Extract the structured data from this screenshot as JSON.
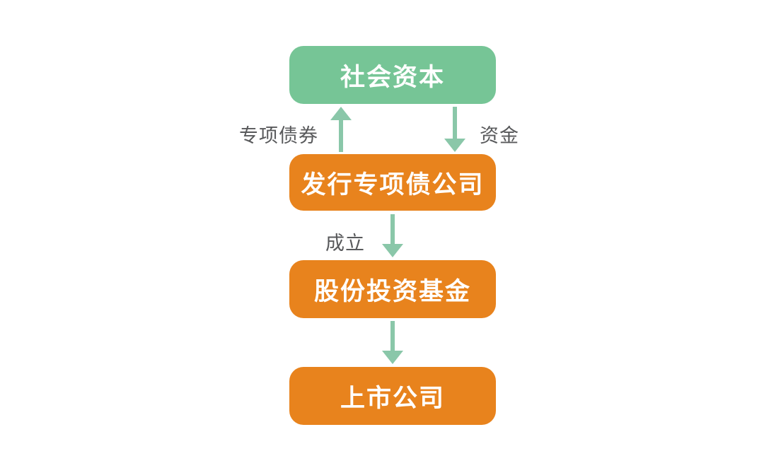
{
  "diagram": {
    "type": "flowchart",
    "background": "#FFFFFF",
    "nodes": [
      {
        "id": "social-capital",
        "label": "社会资本",
        "shape": "rounded-rect",
        "fill": "#76C596",
        "text_color": "#FFFFFF"
      },
      {
        "id": "special-bond-issuer",
        "label": "发行专项债公司",
        "shape": "rounded-rect",
        "fill": "#E8831D",
        "text_color": "#FFFFFF"
      },
      {
        "id": "equity-investment-fund",
        "label": "股份投资基金",
        "shape": "rounded-rect",
        "fill": "#E8831D",
        "text_color": "#FFFFFF"
      },
      {
        "id": "listed-company",
        "label": "上市公司",
        "shape": "rounded-rect",
        "fill": "#E8831D",
        "text_color": "#FFFFFF"
      }
    ],
    "edges": [
      {
        "from": "special-bond-issuer",
        "to": "social-capital",
        "direction": "up",
        "label": "专项债券",
        "label_side": "left"
      },
      {
        "from": "social-capital",
        "to": "special-bond-issuer",
        "direction": "down",
        "label": "资金",
        "label_side": "right"
      },
      {
        "from": "special-bond-issuer",
        "to": "equity-investment-fund",
        "direction": "down",
        "label": "成立",
        "label_side": "left"
      },
      {
        "from": "equity-investment-fund",
        "to": "listed-company",
        "direction": "down"
      }
    ],
    "colors": {
      "arrow": "#8AC7A9",
      "edge_label_text": "#58595B"
    }
  }
}
